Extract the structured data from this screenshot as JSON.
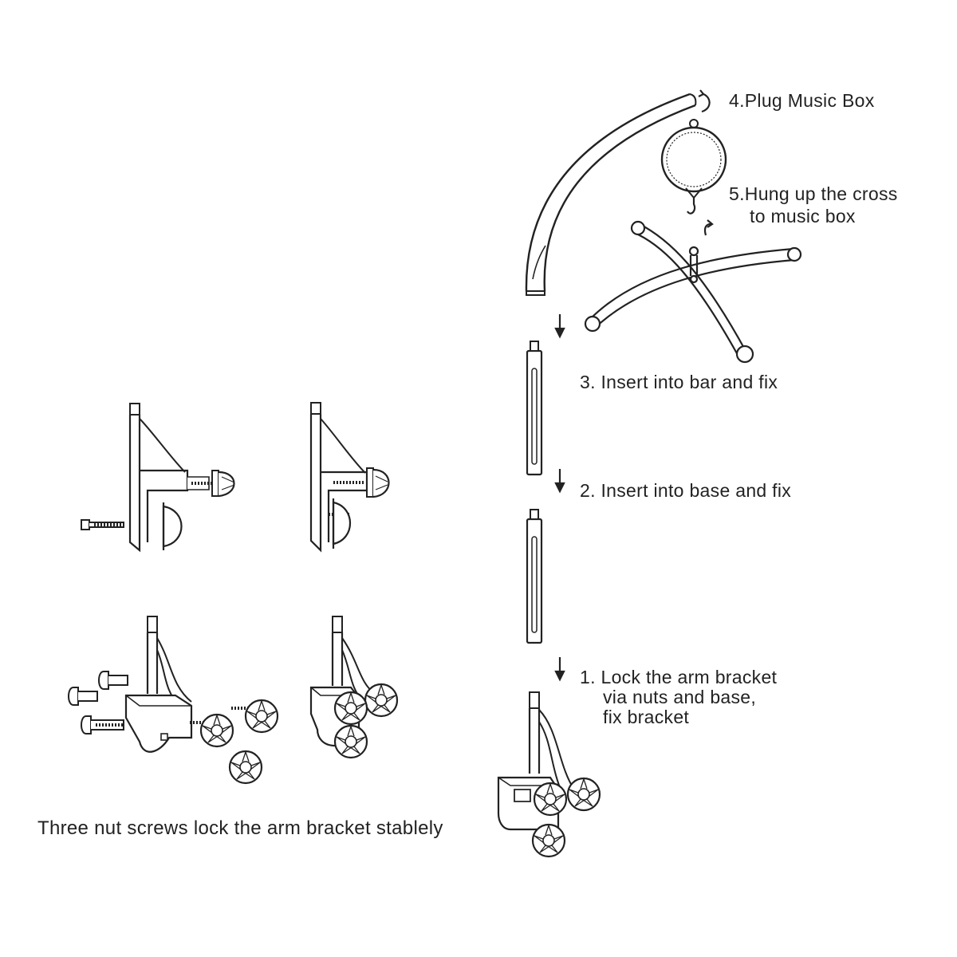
{
  "steps": {
    "step4": "4.Plug Music Box",
    "step5_line1": "5.Hung  up  the cross",
    "step5_line2": "to music box",
    "step3": "3. Insert into bar and fix",
    "step2": "2. Insert into base and fix",
    "step1_line1": "1. Lock the arm bracket",
    "step1_line2": "via nuts and base,",
    "step1_line3": "fix bracket"
  },
  "caption": "Three nut screws lock the arm bracket stablely",
  "colors": {
    "line": "#222222",
    "background": "#ffffff"
  },
  "icons": [
    "curved-arrow-icon",
    "down-arrow-icon"
  ]
}
